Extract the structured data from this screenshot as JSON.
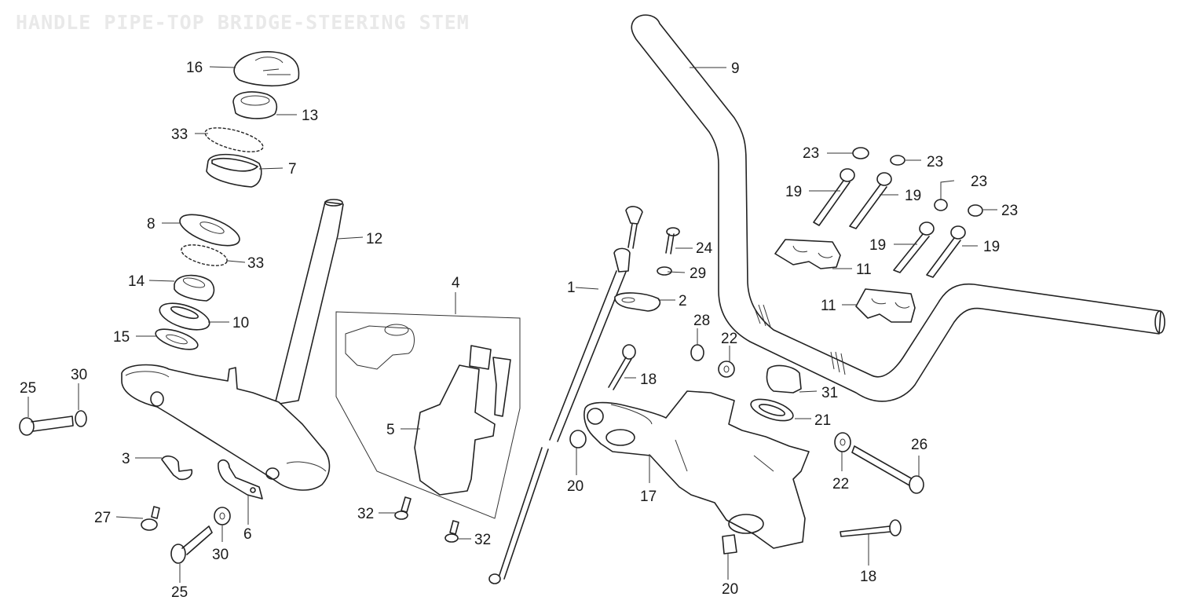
{
  "title": "HANDLE PIPE-TOP BRIDGE-STEERING STEM",
  "colors": {
    "line": "#222222",
    "title": "#e9e9e9",
    "background": "#ffffff"
  },
  "parts": [
    {
      "ref": "16",
      "name": "steering-stem-nut"
    },
    {
      "ref": "13",
      "name": "top-cone-race"
    },
    {
      "ref": "33",
      "name": "steel-balls-upper"
    },
    {
      "ref": "7",
      "name": "top-ball-race"
    },
    {
      "ref": "8",
      "name": "dust-seal"
    },
    {
      "ref": "33",
      "name": "steel-balls-lower"
    },
    {
      "ref": "14",
      "name": "bottom-cone-race"
    },
    {
      "ref": "10",
      "name": "bottom-ball-race"
    },
    {
      "ref": "15",
      "name": "washer"
    },
    {
      "ref": "12",
      "name": "steering-stem"
    },
    {
      "ref": "25",
      "name": "bolt-left"
    },
    {
      "ref": "30",
      "name": "washer-left"
    },
    {
      "ref": "3",
      "name": "clamp"
    },
    {
      "ref": "27",
      "name": "screw"
    },
    {
      "ref": "6",
      "name": "stay"
    },
    {
      "ref": "25",
      "name": "bolt-bottom"
    },
    {
      "ref": "30",
      "name": "washer-bottom"
    },
    {
      "ref": "4",
      "name": "combination-switch-set"
    },
    {
      "ref": "5",
      "name": "combination-switch"
    },
    {
      "ref": "32",
      "name": "screw-left"
    },
    {
      "ref": "32",
      "name": "screw-right"
    },
    {
      "ref": "1",
      "name": "choke-cable"
    },
    {
      "ref": "24",
      "name": "bolt-small"
    },
    {
      "ref": "29",
      "name": "washer-small"
    },
    {
      "ref": "2",
      "name": "cable-holder"
    },
    {
      "ref": "28",
      "name": "nut"
    },
    {
      "ref": "22",
      "name": "washer-center"
    },
    {
      "ref": "18",
      "name": "bolt-center"
    },
    {
      "ref": "20",
      "name": "nut-left"
    },
    {
      "ref": "17",
      "name": "top-bridge"
    },
    {
      "ref": "20",
      "name": "nut-bottom"
    },
    {
      "ref": "9",
      "name": "handle-pipe"
    },
    {
      "ref": "23",
      "name": "cap-1"
    },
    {
      "ref": "23",
      "name": "cap-2"
    },
    {
      "ref": "23",
      "name": "cap-3"
    },
    {
      "ref": "23",
      "name": "cap-4"
    },
    {
      "ref": "19",
      "name": "bolt-1"
    },
    {
      "ref": "19",
      "name": "bolt-2"
    },
    {
      "ref": "19",
      "name": "bolt-3"
    },
    {
      "ref": "19",
      "name": "bolt-4"
    },
    {
      "ref": "11",
      "name": "handle-holder-upper-1"
    },
    {
      "ref": "11",
      "name": "handle-holder-upper-2"
    },
    {
      "ref": "31",
      "name": "cap-nut"
    },
    {
      "ref": "21",
      "name": "stem-washer"
    },
    {
      "ref": "22",
      "name": "washer-right"
    },
    {
      "ref": "26",
      "name": "bolt-right"
    },
    {
      "ref": "18",
      "name": "bolt-bottom-right"
    }
  ]
}
